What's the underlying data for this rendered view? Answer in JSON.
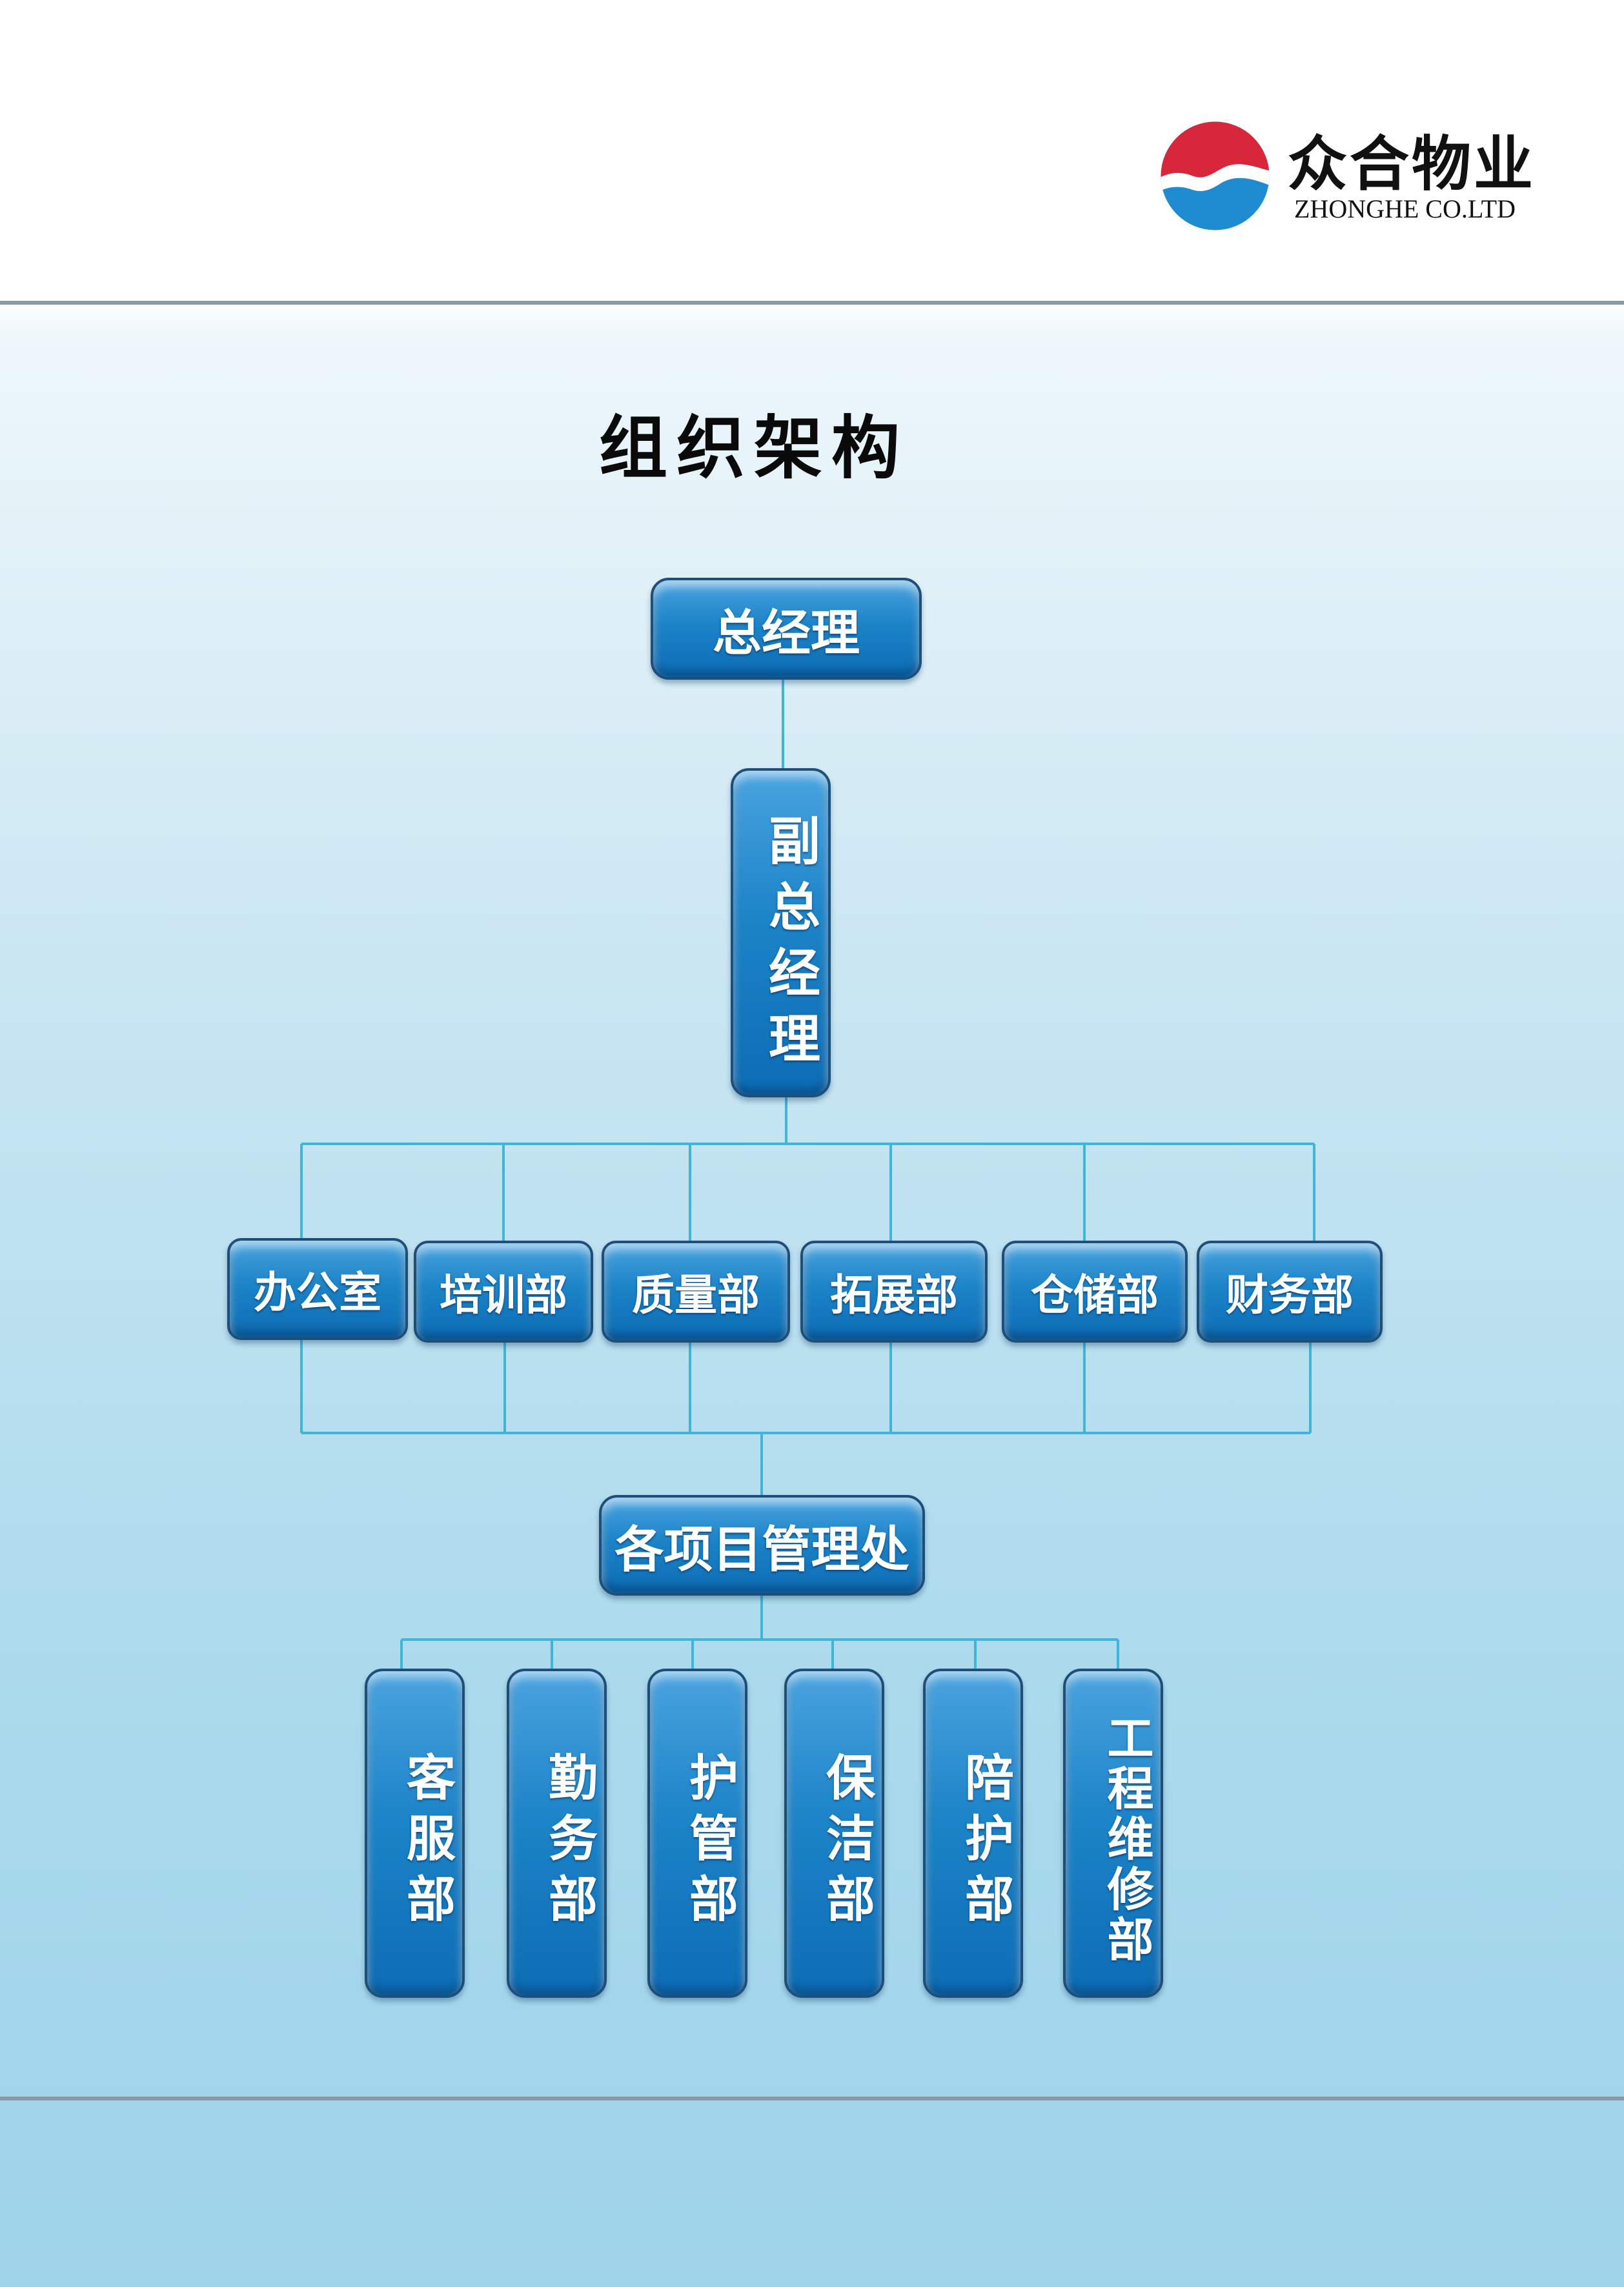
{
  "header": {
    "company_name_cn": "众合物业",
    "company_name_en": "ZHONGHE CO.LTD"
  },
  "page_title": "组织架构",
  "colors": {
    "node_blue": "#1c84c8",
    "node_border": "#1d4f7a",
    "connector": "#3fb6d8",
    "logo_red": "#d8263a",
    "logo_blue": "#1f8bd0",
    "rule": "#8c9aa6"
  },
  "org": {
    "general_manager": "总经理",
    "deputy_general_manager": "副总经理",
    "departments": [
      "办公室",
      "培训部",
      "质量部",
      "拓展部",
      "仓储部",
      "财务部"
    ],
    "project_office": "各项目管理处",
    "sub_departments": [
      "客服部",
      "勤务部",
      "护管部",
      "保洁部",
      "陪护部",
      "工程维修部"
    ]
  }
}
